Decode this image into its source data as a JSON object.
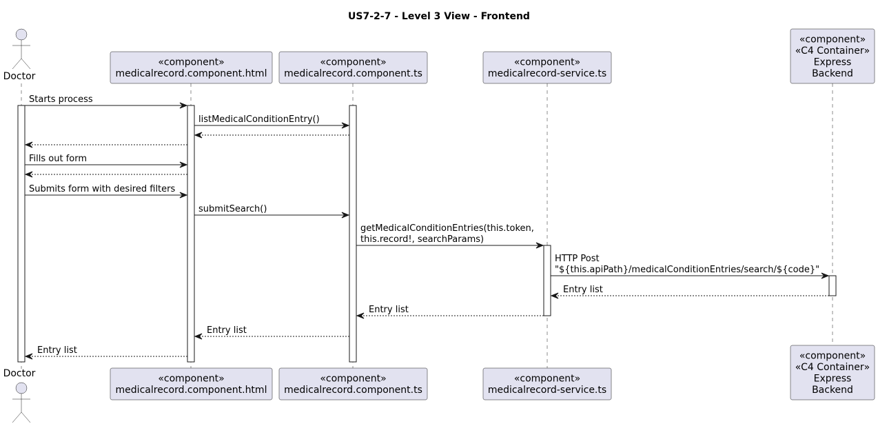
{
  "title": "US7-2-7 - Level 3 View - Frontend",
  "participants": [
    {
      "id": "doctor",
      "kind": "actor",
      "lines": [
        "Doctor"
      ]
    },
    {
      "id": "html",
      "kind": "component",
      "lines": [
        "«component»",
        "medicalrecord.component.html"
      ]
    },
    {
      "id": "ts",
      "kind": "component",
      "lines": [
        "«component»",
        "medicalrecord.component.ts"
      ]
    },
    {
      "id": "service",
      "kind": "component",
      "lines": [
        "«component»",
        "medicalrecord-service.ts"
      ]
    },
    {
      "id": "backend",
      "kind": "container",
      "lines": [
        "«component»",
        "«C4 Container»",
        "Express",
        "Backend"
      ]
    }
  ],
  "messages": [
    {
      "from": "doctor",
      "to": "html",
      "style": "solid",
      "lines": [
        "Starts process"
      ]
    },
    {
      "from": "html",
      "to": "ts",
      "style": "solid",
      "lines": [
        "listMedicalConditionEntry()"
      ]
    },
    {
      "from": "ts",
      "to": "html",
      "style": "dashed",
      "lines": []
    },
    {
      "from": "html",
      "to": "doctor",
      "style": "dashed",
      "lines": []
    },
    {
      "from": "doctor",
      "to": "html",
      "style": "solid",
      "lines": [
        "Fills out form"
      ]
    },
    {
      "from": "html",
      "to": "doctor",
      "style": "dashed",
      "lines": []
    },
    {
      "from": "doctor",
      "to": "html",
      "style": "solid",
      "lines": [
        "Submits form with desired filters"
      ]
    },
    {
      "from": "html",
      "to": "ts",
      "style": "solid",
      "lines": [
        "submitSearch()"
      ]
    },
    {
      "from": "ts",
      "to": "service",
      "style": "solid",
      "lines": [
        "getMedicalConditionEntries(this.token,",
        "this.record!, searchParams)"
      ]
    },
    {
      "from": "service",
      "to": "backend",
      "style": "solid",
      "lines": [
        "HTTP Post",
        "\"${this.apiPath}/medicalConditionEntries/search/${code}\""
      ]
    },
    {
      "from": "backend",
      "to": "service",
      "style": "dashed",
      "lines": [
        "Entry list"
      ]
    },
    {
      "from": "service",
      "to": "ts",
      "style": "dashed",
      "lines": [
        "Entry list"
      ]
    },
    {
      "from": "ts",
      "to": "html",
      "style": "dashed",
      "lines": [
        "Entry list"
      ]
    },
    {
      "from": "html",
      "to": "doctor",
      "style": "dashed",
      "lines": [
        "Entry list"
      ]
    }
  ]
}
